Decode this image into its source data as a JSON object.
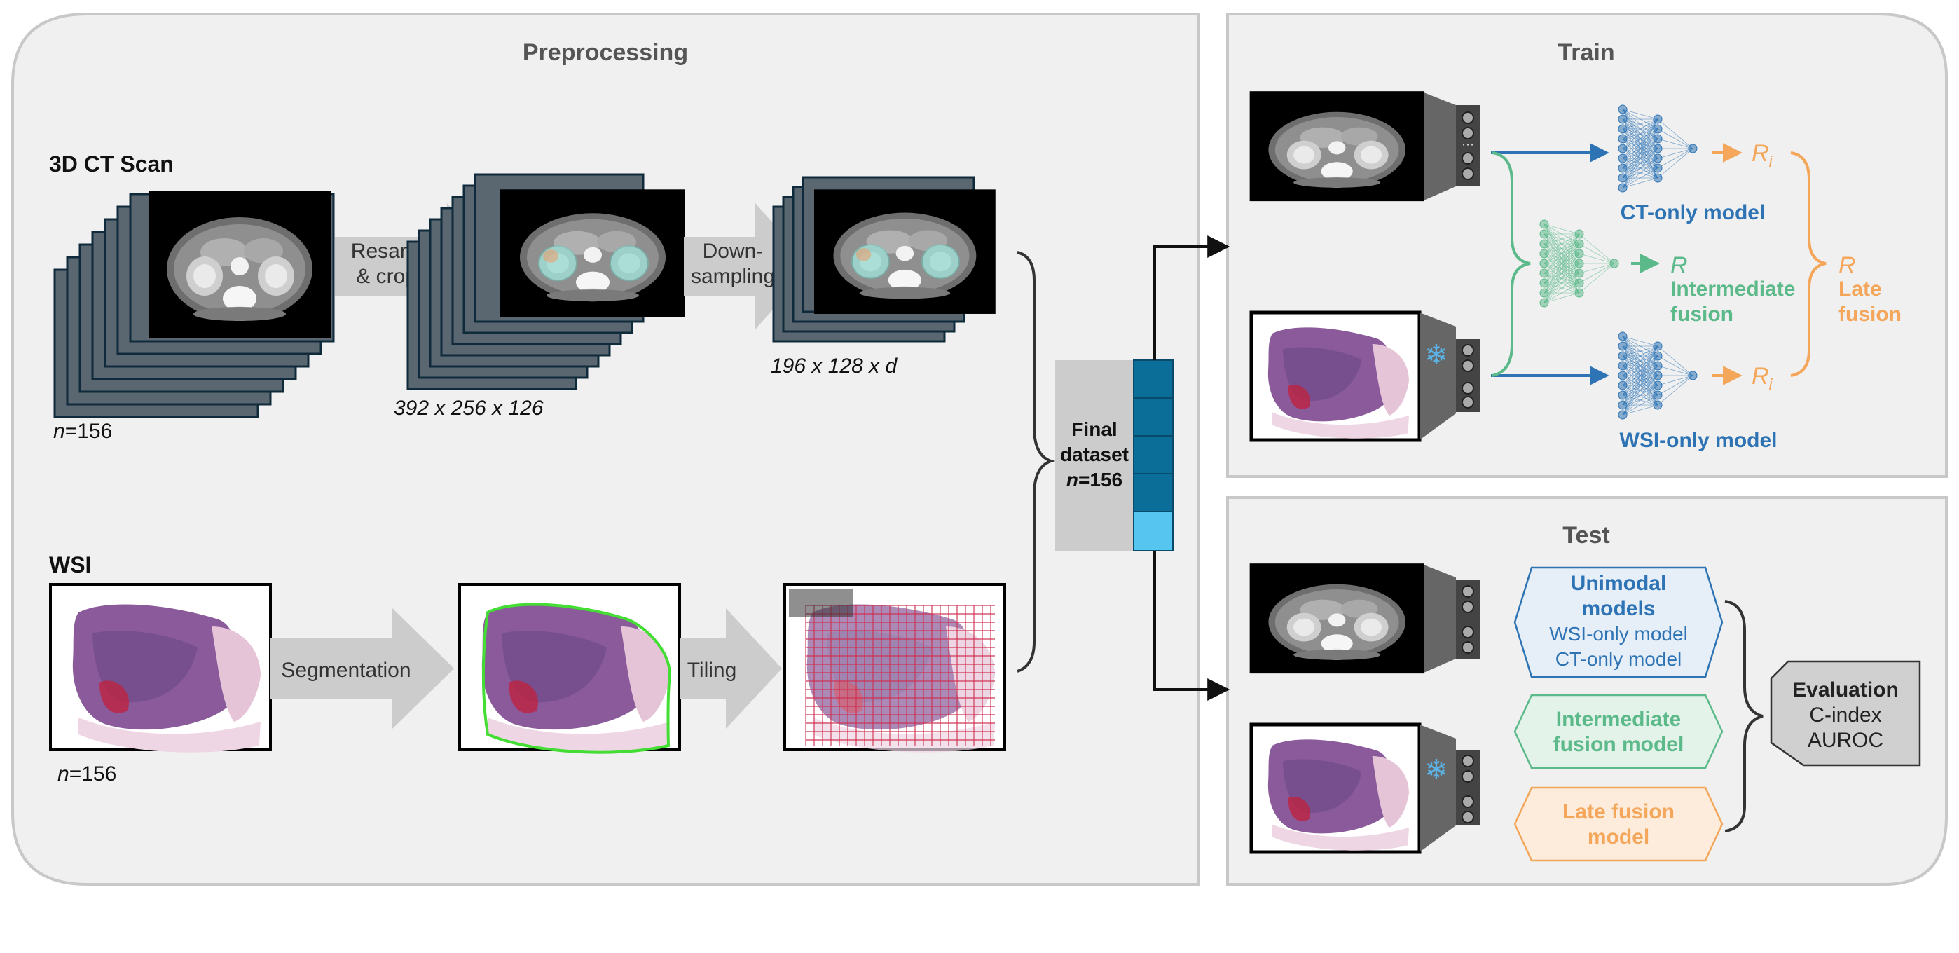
{
  "colors": {
    "panel_bg": "#f0f0f0",
    "panel_border": "#c8c8c8",
    "title_gray": "#555555",
    "ct_blue": "#2e74b5",
    "intermediate_green": "#5cb98a",
    "late_orange": "#f4a65a",
    "dataset_dark": "#0b6e99",
    "dataset_light": "#56c5f0",
    "arrow_gray": "#cccccc",
    "eval_box": "#d0d0d0"
  },
  "icons": {
    "freeze": "snowflake-icon",
    "encoder": "encoder-block-icon",
    "network": "neural-network-icon",
    "image_ct": "ct-slice-image",
    "image_wsi": "wsi-slide-image"
  },
  "preprocessing": {
    "title": "Preprocessing",
    "ct": {
      "label": "3D CT Scan",
      "n_italic": "n",
      "n_value": "=156",
      "step1_line1": "Resampling",
      "step1_line2": "& cropping",
      "dims1": "392 x 256 x 126",
      "step2_line1": "Down-",
      "step2_line2": "sampling",
      "dims2": "196 x 128 x d"
    },
    "wsi": {
      "label": "WSI",
      "n_italic": "n",
      "n_value": "=156",
      "step1": "Segmentation",
      "step2": "Tiling"
    },
    "dataset": {
      "line1": "Final",
      "line2": "dataset",
      "n_italic": "n",
      "n_value": "=156"
    }
  },
  "train": {
    "title": "Train",
    "ct_model": "CT-only model",
    "wsi_model": "WSI-only model",
    "risk_sub": "i",
    "risk_symbol": "R",
    "intermediate_line1": "Intermediate",
    "intermediate_line2": "fusion",
    "late_line1": "Late",
    "late_line2": "fusion"
  },
  "test": {
    "title": "Test",
    "unimodal_title_line1": "Unimodal",
    "unimodal_title_line2": "models",
    "unimodal_item1": "WSI-only model",
    "unimodal_item2": "CT-only model",
    "intermediate_line1": "Intermediate",
    "intermediate_line2": "fusion model",
    "late_line1": "Late fusion",
    "late_line2": "model",
    "evaluation_title": "Evaluation",
    "evaluation_item1": "C-index",
    "evaluation_item2": "AUROC"
  }
}
